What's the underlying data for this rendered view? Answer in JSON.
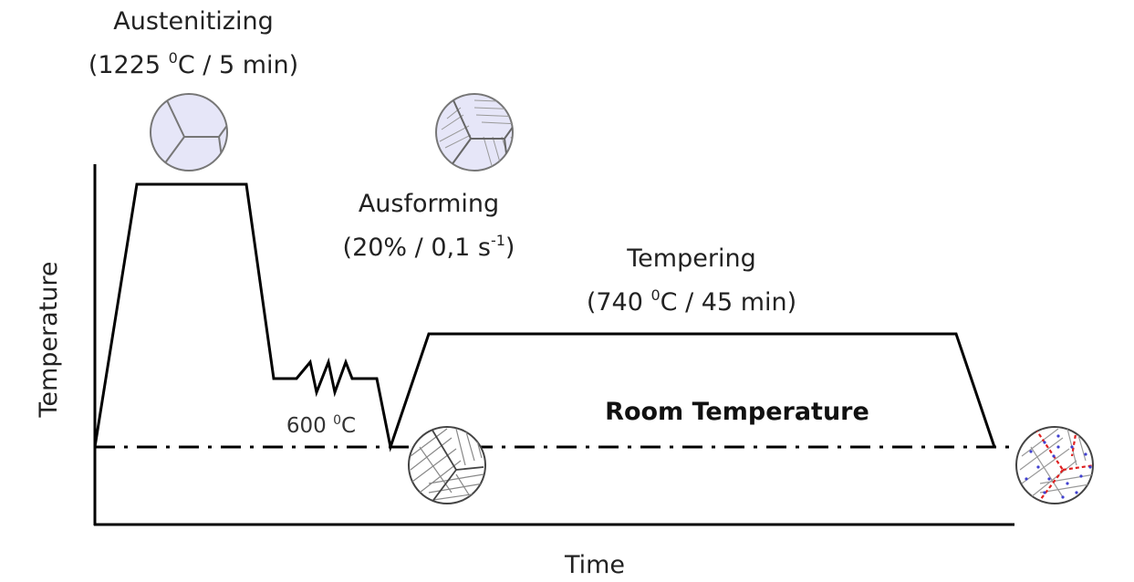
{
  "stages": {
    "austenitizing": {
      "title": "Austenitizing",
      "params_pre": "(1225 ",
      "params_sup": "0",
      "params_post": "C / 5 min)"
    },
    "ausforming": {
      "title": "Ausforming",
      "params_pre": "(20% / 0,1 s",
      "params_sup": "-1",
      "params_post": ")"
    },
    "tempering": {
      "title": "Tempering",
      "params_pre": "(740 ",
      "params_sup": "0",
      "params_post": "C / 45 min)"
    }
  },
  "hold_temp": {
    "pre": "600 ",
    "sup": "0",
    "post": "C"
  },
  "room_temperature": "Room Temperature",
  "axes": {
    "y_label": "Temperature",
    "x_label": "Time"
  },
  "colors": {
    "line": "#000000",
    "grain_fill": "#e6e6f8",
    "carbide_red": "#e02020",
    "carbide_blue": "#4040d0"
  }
}
